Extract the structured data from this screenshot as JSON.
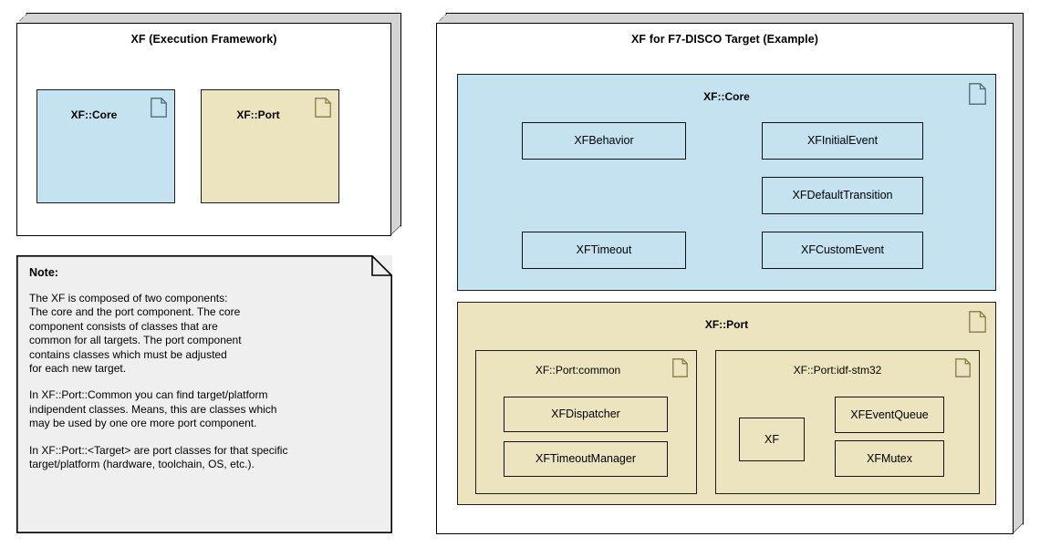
{
  "diagram": {
    "left_package": {
      "title": "XF (Execution Framework)",
      "components": [
        {
          "label": "XF::Core",
          "color": "#c5e2f0",
          "icon": "component-page-icon"
        },
        {
          "label": "XF::Port",
          "color": "#ece4bf",
          "icon": "component-page-icon"
        }
      ]
    },
    "note": {
      "heading": "Note:",
      "paragraphs": [
        "The XF is composed of two components:\nThe core and the port component. The core\ncomponent consists of classes that are\ncommon for all targets. The port component\ncontains classes which must be adjusted\nfor each new target.",
        "In XF::Port::Common you can find target/platform\nindipendent classes. Means, this are classes which\nmay be used by one ore more port component.",
        "In XF::Port::<Target> are port classes for that specific\ntarget/platform (hardware, toolchain, OS, etc.)."
      ]
    },
    "right_package": {
      "title": "XF for F7-DISCO Target (Example)",
      "core": {
        "label": "XF::Core",
        "color": "#c5e2f0",
        "icon": "component-page-icon",
        "classes": [
          {
            "name": "XFBehavior"
          },
          {
            "name": "XFTimeout"
          },
          {
            "name": "XFInitialEvent"
          },
          {
            "name": "XFDefaultTransition"
          },
          {
            "name": "XFCustomEvent"
          }
        ]
      },
      "port": {
        "label": "XF::Port",
        "color": "#ece4bf",
        "icon": "component-page-icon",
        "sub_components": [
          {
            "label": "XF::Port:common",
            "icon": "component-page-icon",
            "classes": [
              {
                "name": "XFDispatcher"
              },
              {
                "name": "XFTimeoutManager"
              }
            ]
          },
          {
            "label": "XF::Port:idf-stm32",
            "icon": "component-page-icon",
            "classes": [
              {
                "name": "XF"
              },
              {
                "name": "XFEventQueue"
              },
              {
                "name": "XFMutex"
              }
            ]
          }
        ]
      }
    },
    "colors": {
      "core_blue": "#c5e2f0",
      "port_tan": "#ece4bf",
      "note_gray": "#efefef",
      "bevel_gray": "#d4d4d4",
      "outline": "#000000"
    }
  }
}
